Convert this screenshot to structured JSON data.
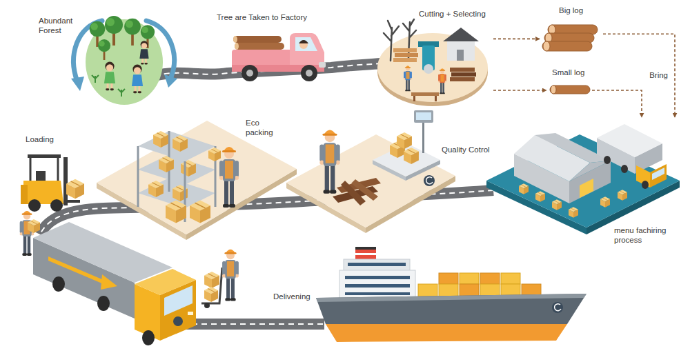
{
  "diagram": {
    "nodes": [
      {
        "text": [
          "Cutting + Selecting"
        ]
      },
      {
        "text": [
          "Big log"
        ]
      },
      {
        "text": [
          "Small log"
        ]
      },
      {
        "text": [
          "menu fachiring process"
        ]
      }
    ],
    "edges": [
      {
        "from": 0,
        "to": 1,
        "arrow": "to"
      },
      {
        "from": 0,
        "to": 2,
        "arrow": "to"
      },
      {
        "from": 1,
        "to": 3,
        "label": "Bring",
        "arrow": "to"
      },
      {
        "from": 2,
        "to": 3,
        "arrow": "to"
      }
    ],
    "labels": [
      "Abundant Forest",
      "Tree are Taken to Factory",
      "Loading",
      "Eco packing",
      "Quality Cotrol",
      "Delivening"
    ]
  }
}
